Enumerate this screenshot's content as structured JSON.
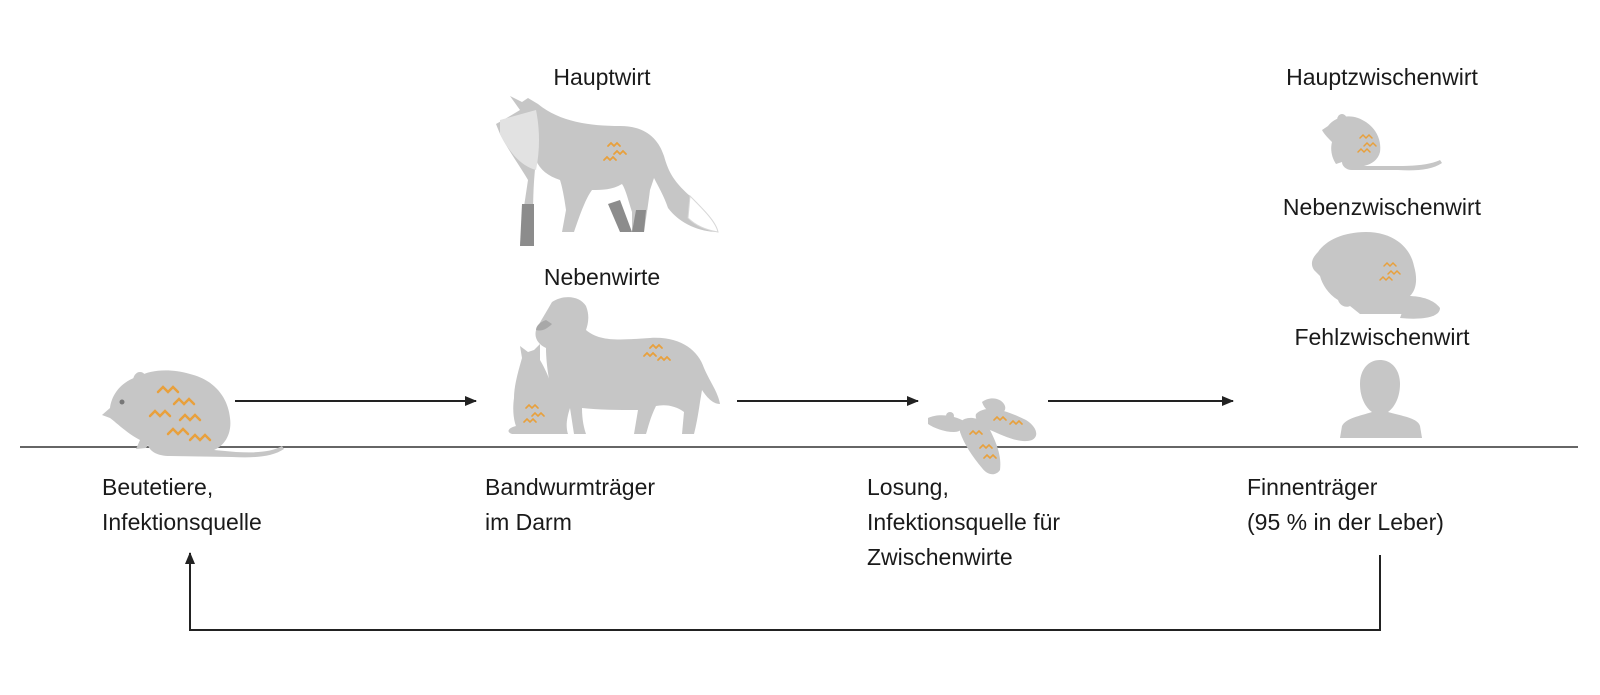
{
  "colors": {
    "silhouette": "#c6c6c6",
    "silhouette_light": "#e2e2e2",
    "silhouette_dark": "#8c8c8c",
    "parasite": "#e8a03c",
    "line": "#555555",
    "arrow": "#222222"
  },
  "hosts": {
    "main": "Hauptwirt",
    "secondary": "Nebenwirte",
    "main_intermediate": "Hauptzwischenwirt",
    "secondary_intermediate": "Nebenzwischenwirt",
    "false_intermediate": "Fehlzwischenwirt"
  },
  "stages": [
    {
      "line1": "Beutetiere,",
      "line2": "Infektionsquelle",
      "line3": ""
    },
    {
      "line1": "Bandwurmträger",
      "line2": "im Darm",
      "line3": ""
    },
    {
      "line1": "Losung,",
      "line2": "Infektionsquelle für",
      "line3": "Zwischenwirte"
    },
    {
      "line1": "Finnenträger",
      "line2": "(95 % in der Leber)",
      "line3": ""
    }
  ],
  "icons": [
    "mouse-icon",
    "fox-icon",
    "dog-icon",
    "cat-icon",
    "feces-icon",
    "small-mouse-icon",
    "rat-icon",
    "human-icon"
  ]
}
